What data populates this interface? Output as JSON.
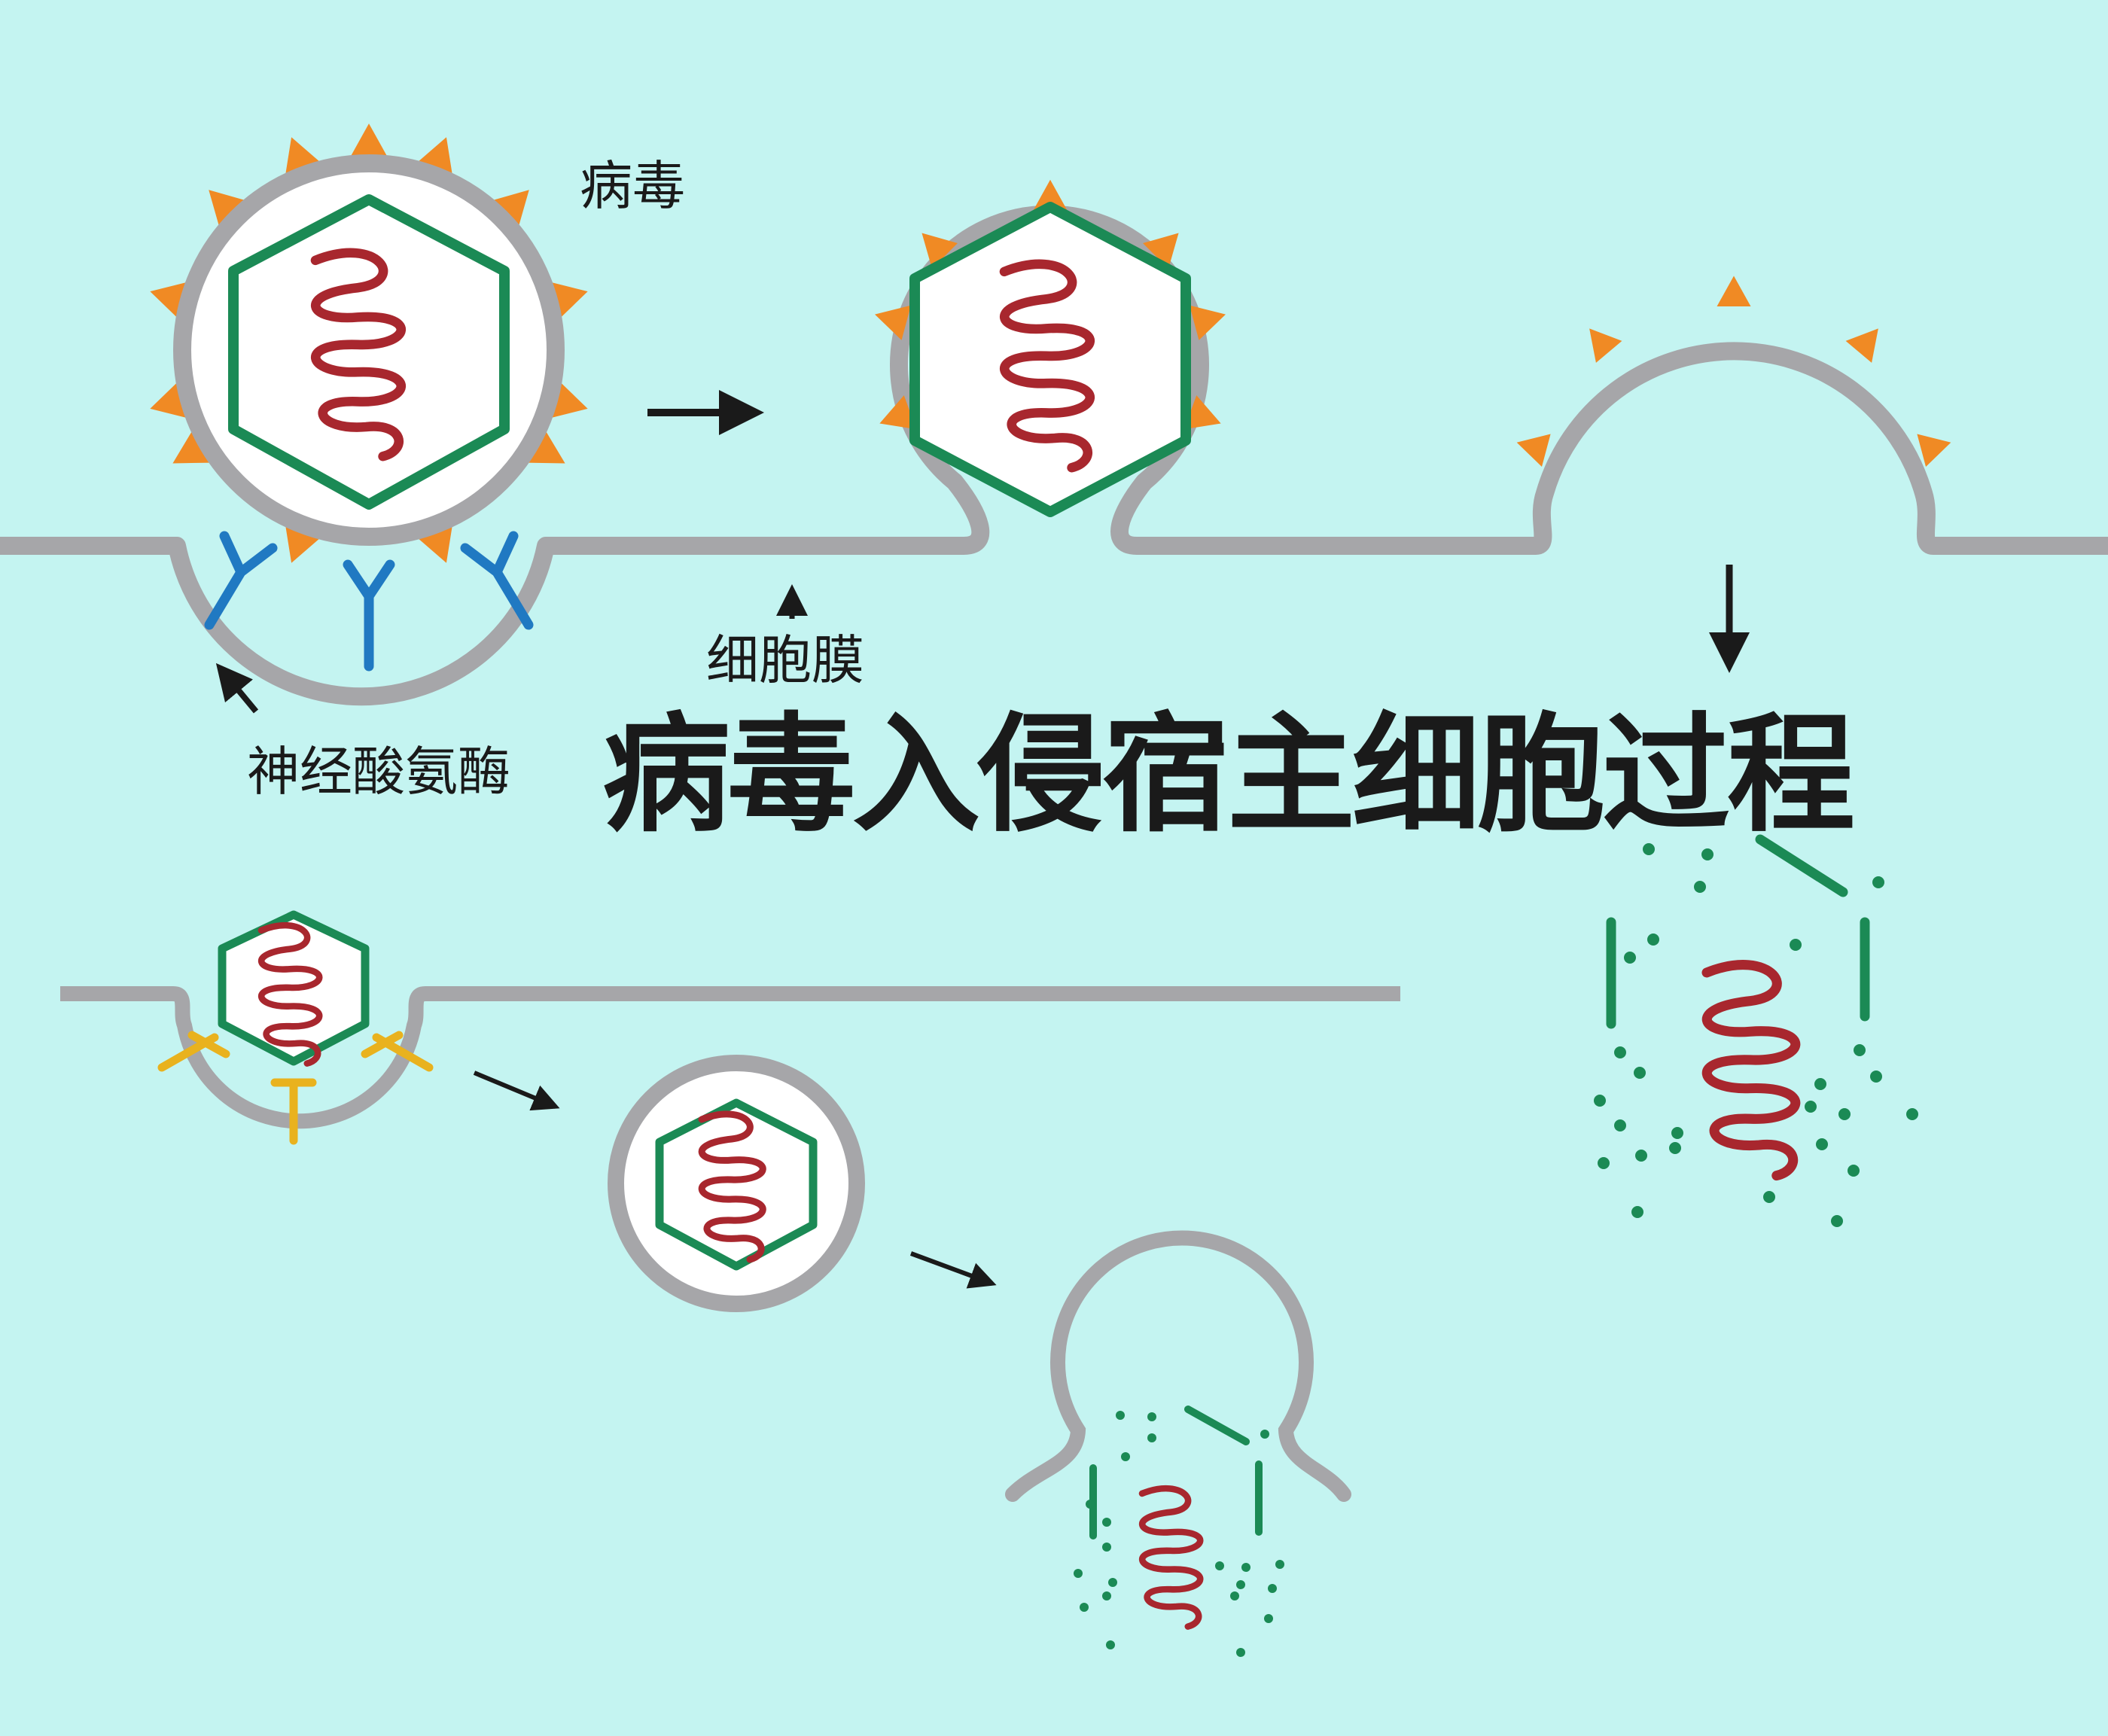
{
  "title": "病毒入侵宿主细胞过程",
  "labels": {
    "virus": "病毒",
    "membrane": "细胞膜",
    "neuraminidase": "神经酸氨酶"
  },
  "colors": {
    "background": "#c4f4f1",
    "membrane": "#a6a6a9",
    "capsid": "#1b8a55",
    "rna": "#a8272e",
    "spike": "#f08a24",
    "receptor_blue": "#2079c2",
    "receptor_yellow": "#e9b21e",
    "arrow": "#1a1a1a"
  },
  "icons": {
    "virus": "virus-particle-icon",
    "rna": "rna-coil-icon",
    "arrow": "arrow-icon"
  }
}
